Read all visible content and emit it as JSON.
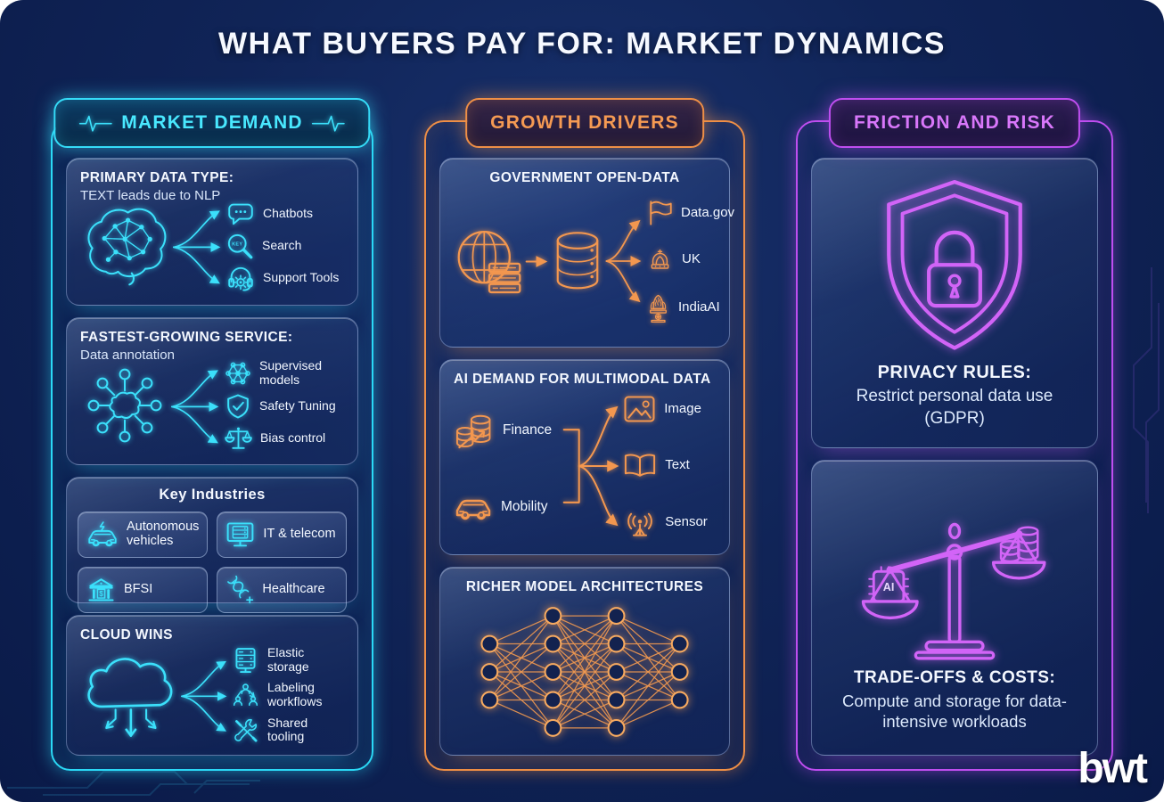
{
  "page": {
    "title": "WHAT BUYERS PAY FOR: MARKET DYNAMICS",
    "logo": "bwt"
  },
  "colors": {
    "background": "#102457",
    "cyan_accent": "#35dcf8",
    "orange_accent": "#ef8f46",
    "purple_accent": "#bf4ef0"
  },
  "market_demand": {
    "header": "MARKET DEMAND",
    "primary_data_type": {
      "title": "PRIMARY DATA TYPE:",
      "subtitle": "TEXT leads due to NLP",
      "source_icon": "brain-network-icon",
      "items": [
        {
          "label": "Chatbots",
          "icon": "chat-bubble-icon"
        },
        {
          "label": "Search",
          "icon": "magnifier-key-icon",
          "icon_text": "KEY"
        },
        {
          "label": "Support Tools",
          "icon": "headset-gear-icon"
        }
      ]
    },
    "fastest_growing_service": {
      "title": "FASTEST-GROWING SERVICE:",
      "subtitle": "Data annotation",
      "source_icon": "annotation-hub-icon",
      "items": [
        {
          "label": "Supervised models",
          "icon": "mini-network-icon"
        },
        {
          "label": "Safety Tuning",
          "icon": "shield-check-icon"
        },
        {
          "label": "Bias control",
          "icon": "balance-small-icon"
        }
      ]
    },
    "key_industries": {
      "title": "Key Industries",
      "items": [
        {
          "label": "Autonomous vehicles",
          "icon": "autonomous-car-icon"
        },
        {
          "label": "IT & telecom",
          "icon": "server-monitor-icon"
        },
        {
          "label": "BFSI",
          "icon": "bank-icon",
          "icon_text": "$"
        },
        {
          "label": "Healthcare",
          "icon": "dna-icon"
        }
      ]
    },
    "cloud_wins": {
      "title": "CLOUD WINS",
      "source_icon": "cloud-download-icon",
      "items": [
        {
          "label": "Elastic storage",
          "icon": "server-stack-icon"
        },
        {
          "label": "Labeling workflows",
          "icon": "people-workflow-icon"
        },
        {
          "label": "Shared tooling",
          "icon": "tools-icon"
        }
      ]
    }
  },
  "growth_drivers": {
    "header": "GROWTH DRIVERS",
    "government_open_data": {
      "title": "GOVERNMENT OPEN-DATA",
      "flow_icons": [
        "globe-server-icon",
        "database-icon"
      ],
      "items": [
        {
          "label": "Data.gov",
          "icon": "flag-icon"
        },
        {
          "label": "UK",
          "icon": "crown-icon"
        },
        {
          "label": "IndiaAI",
          "icon": "india-emblem-icon"
        }
      ]
    },
    "multimodal_demand": {
      "title": "AI DEMAND FOR MULTIMODAL DATA",
      "sources": [
        {
          "label": "Finance",
          "icon": "coins-growth-icon"
        },
        {
          "label": "Mobility",
          "icon": "car-icon"
        }
      ],
      "outputs": [
        {
          "label": "Image",
          "icon": "image-icon"
        },
        {
          "label": "Text",
          "icon": "open-book-icon"
        },
        {
          "label": "Sensor",
          "icon": "sensor-antenna-icon"
        }
      ]
    },
    "richer_models": {
      "title": "RICHER MODEL ARCHITECTURES",
      "diagram": {
        "type": "neural-network",
        "layers": [
          3,
          5,
          5,
          3
        ]
      }
    }
  },
  "friction_and_risk": {
    "header": "FRICTION AND RISK",
    "privacy_rules": {
      "icon": "shield-lock-icon",
      "title": "PRIVACY RULES:",
      "body": "Restrict personal data use (GDPR)"
    },
    "tradeoffs_costs": {
      "icon": "balance-ai-cost-icon",
      "chip_label": "AI",
      "title": "TRADE-OFFS & COSTS:",
      "body": "Compute and storage for data-intensive workloads"
    }
  }
}
